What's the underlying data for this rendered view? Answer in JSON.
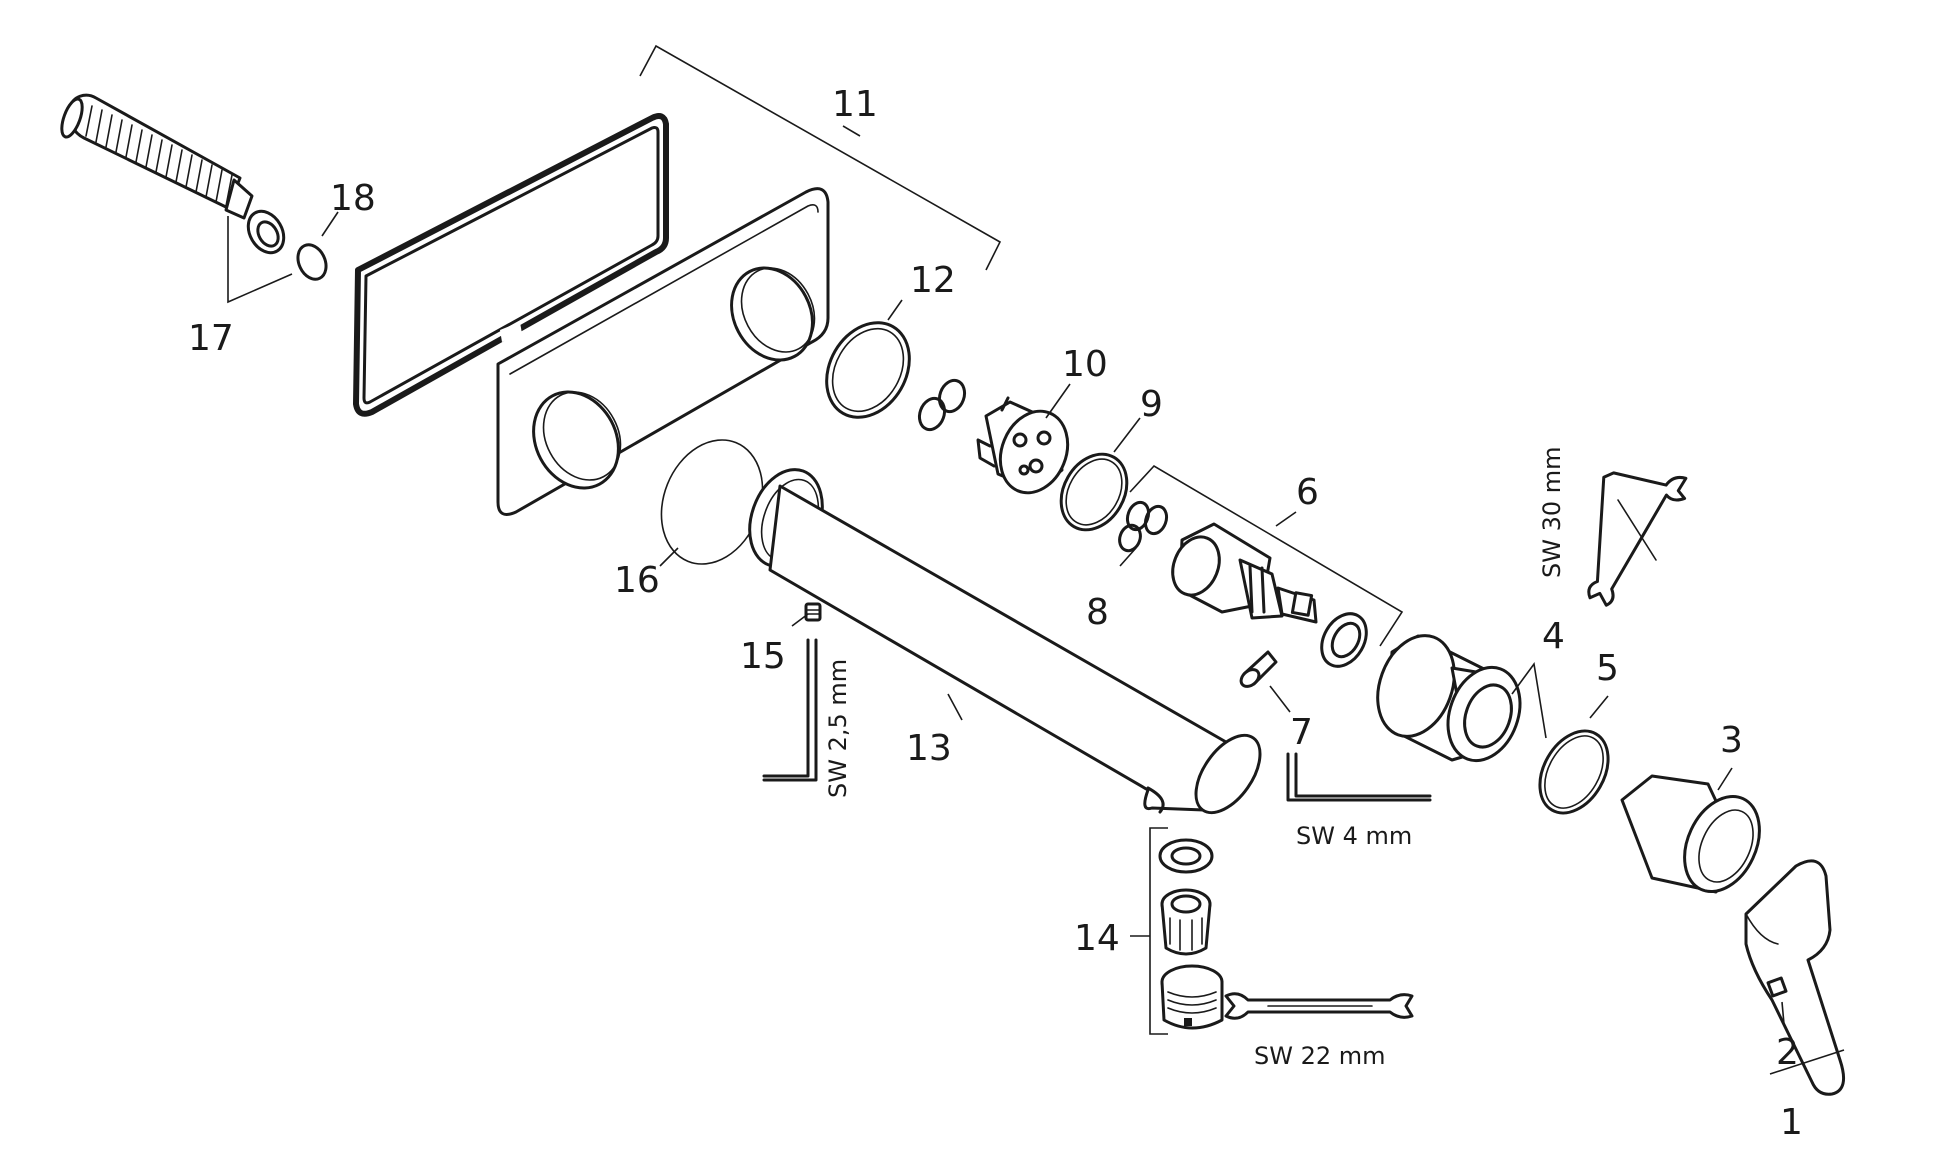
{
  "labels": {
    "p1": "1",
    "p2": "2",
    "p3": "3",
    "p4": "4",
    "p5": "5",
    "p6": "6",
    "p7": "7",
    "p8": "8",
    "p9": "9",
    "p10": "10",
    "p11": "11",
    "p12": "12",
    "p13": "13",
    "p14": "14",
    "p15": "15",
    "p16": "16",
    "p17": "17",
    "p18": "18"
  },
  "tools": {
    "sw4": "SW 4 mm",
    "sw22": "SW 22 mm",
    "sw30": "SW 30 mm",
    "sw25": "SW 2,5 mm"
  }
}
